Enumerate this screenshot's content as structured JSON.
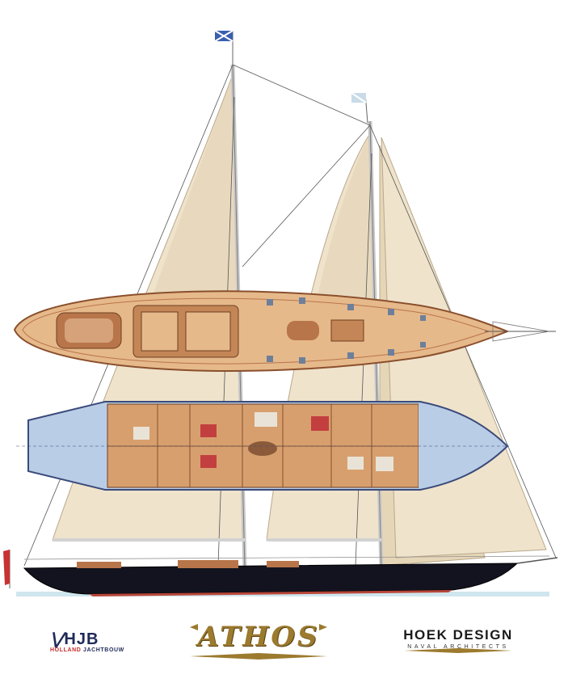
{
  "drawing": {
    "subject": "sailing yacht general arrangement",
    "colors": {
      "sail": "#efe3cc",
      "sail_shade": "#dcc7a2",
      "deck": "#e6b98b",
      "deck_dark": "#b8754a",
      "interior_blue": "#b9cde6",
      "hull": "#13131f",
      "boot_stripe": "#b9473a",
      "water": "#cfe6ee"
    },
    "flags": [
      "flag-icon",
      "flag-icon",
      "ensign-flag-icon"
    ]
  },
  "footer": {
    "builder_logo": "HJB",
    "builder_subtitle_1": "HOLLAND",
    "builder_subtitle_2": "JACHTBOUW",
    "yacht_name": "ATHOS",
    "designer_name": "HOEK DESIGN",
    "designer_subtitle": "NAVAL ARCHITECTS"
  }
}
